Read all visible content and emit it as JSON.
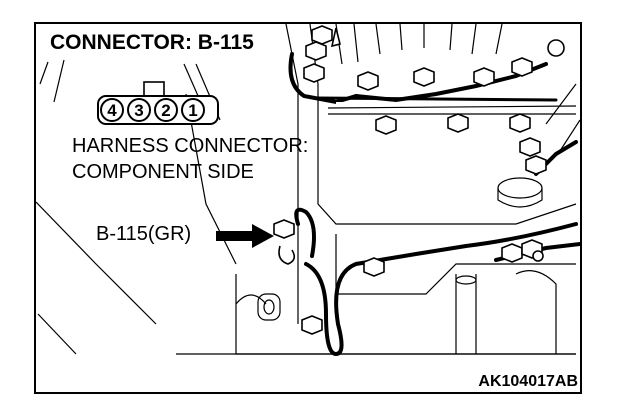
{
  "title": "CONNECTOR: B-115",
  "connector_face": {
    "pins": [
      "4",
      "3",
      "2",
      "1"
    ]
  },
  "side_label": {
    "line1": "HARNESS CONNECTOR:",
    "line2": "COMPONENT SIDE"
  },
  "callout": {
    "label": "B-115(GR)"
  },
  "figure_id": "AK104017AB",
  "colors": {
    "ink": "#000000",
    "background": "#ffffff"
  }
}
